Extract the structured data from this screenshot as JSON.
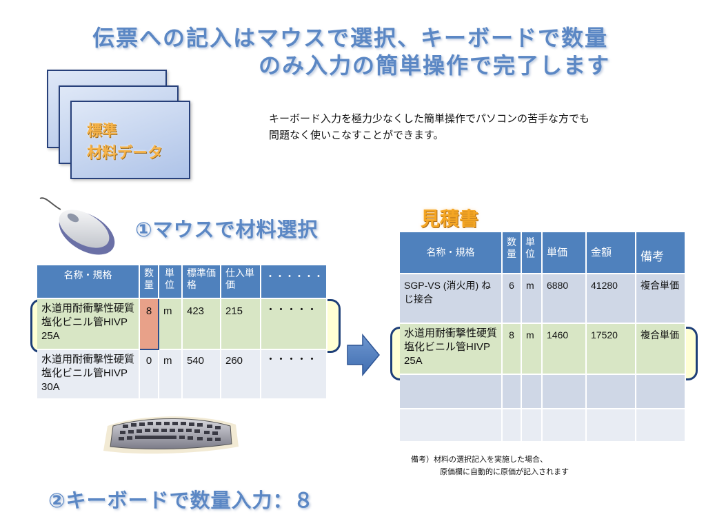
{
  "title": {
    "line1": "伝票への記入はマウスで選択、キーボードで数量",
    "line2": "のみ入力の簡単操作で完了します"
  },
  "card": {
    "line1": "標準",
    "line2": "材料データ"
  },
  "description": {
    "line1": "キーボード入力を極力少なくした簡単操作でパソコンの苦手な方でも",
    "line2": "問題なく使いこなすことができます。"
  },
  "step1": "①マウスで材料選択",
  "step2": "②キーボードで数量入力：８",
  "left_table": {
    "headers": [
      "名称・規格",
      "数量",
      "単位",
      "標準価格",
      "仕入単価",
      "・・・・・・"
    ],
    "rows": [
      {
        "name": "水道用耐衝撃性硬質塩化ビニル管HIVP　25A",
        "qty": "8",
        "unit": "m",
        "std": "423",
        "buy": "215",
        "more": "・・・・・"
      },
      {
        "name": "水道用耐衝撃性硬質塩化ビニル管HIVP　30A",
        "qty": "0",
        "unit": "m",
        "std": "540",
        "buy": "260",
        "more": "・・・・・"
      }
    ]
  },
  "estimate_title": "見積書",
  "right_table": {
    "headers": [
      "名称・規格",
      "数量",
      "単位",
      "単価",
      "金額",
      "備考"
    ],
    "rows": [
      {
        "name": "SGP-VS (消火用) ねじ接合",
        "qty": "6",
        "unit": "m",
        "price": "6880",
        "amount": "41280",
        "note": "複合単価"
      },
      {
        "name": "水道用耐衝撃性硬質塩化ビニル管HIVP　25A",
        "qty": "8",
        "unit": "m",
        "price": "1460",
        "amount": "17520",
        "note": "複合単価"
      },
      {
        "name": "",
        "qty": "",
        "unit": "",
        "price": "",
        "amount": "",
        "note": ""
      },
      {
        "name": "",
        "qty": "",
        "unit": "",
        "price": "",
        "amount": "",
        "note": ""
      }
    ]
  },
  "note": {
    "line1": "備考）材料の選択記入を実施した場合、",
    "line2": "原価欄に自動的に原価が記入されます"
  },
  "colors": {
    "title_blue": "#5b87c4",
    "header_blue": "#4f81bd",
    "qty_highlight": "#e8a189",
    "row_highlight": "#ffffa0",
    "accent_orange": "#f5a623"
  },
  "icons": {
    "mouse": "computer-mouse-icon",
    "keyboard": "keyboard-icon",
    "arrow": "right-arrow-icon"
  }
}
